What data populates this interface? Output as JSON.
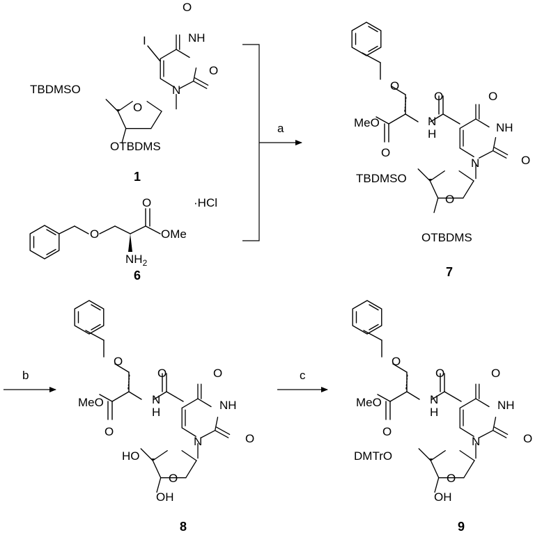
{
  "compounds": {
    "c1": {
      "number": "1",
      "substituent_5": "I",
      "protect_5p": "TBDMSO",
      "protect_3p": "OTBDMS"
    },
    "c6": {
      "number": "6",
      "salt": "·HCl",
      "ester": "OMe",
      "amine": "NH",
      "amine_sub": "2",
      "ether_o": "O"
    },
    "c7": {
      "number": "7",
      "ester": "MeO",
      "protect_5p": "TBDMSO",
      "protect_3p": "OTBDMS"
    },
    "c8": {
      "number": "8",
      "ester": "MeO",
      "hydroxy_5p": "HO",
      "hydroxy_3p": "OH"
    },
    "c9": {
      "number": "9",
      "ester": "MeO",
      "protect_5p": "DMTrO",
      "hydroxy_3p": "OH"
    }
  },
  "atoms": {
    "oxygen": "O",
    "nh": "NH",
    "n": "N",
    "h": "H"
  },
  "steps": {
    "a": "a",
    "b": "b",
    "c": "c"
  }
}
